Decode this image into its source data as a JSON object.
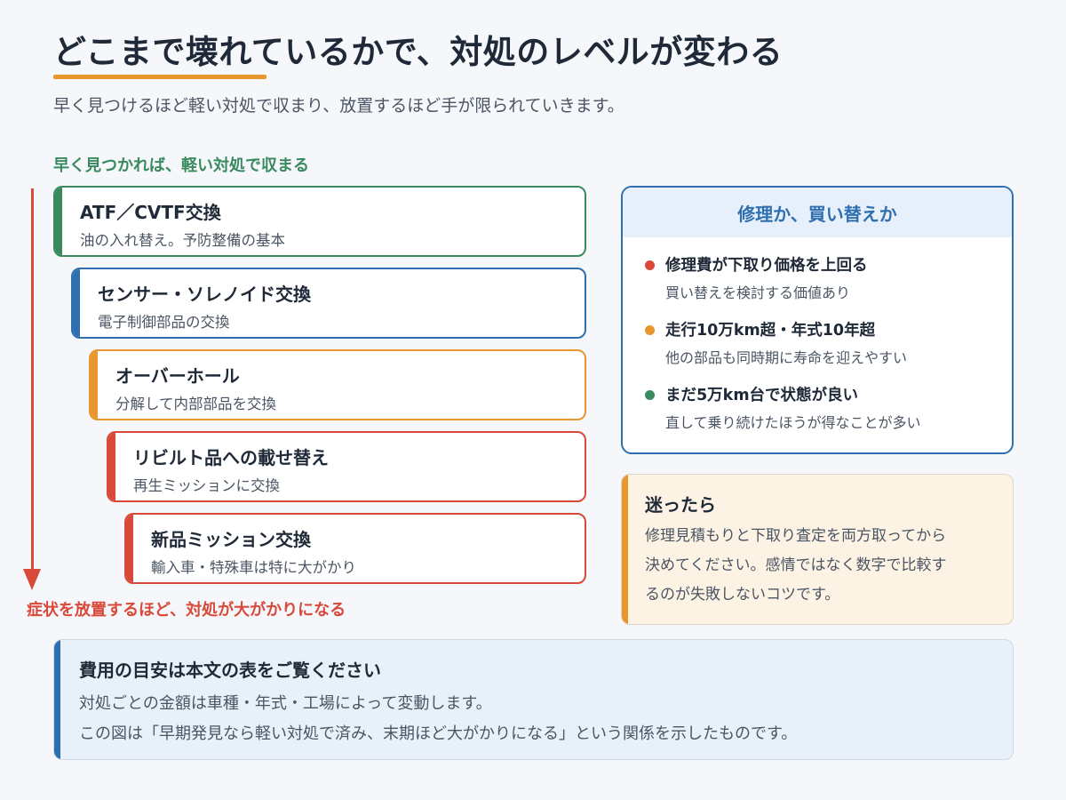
{
  "header": {
    "title": "どこまで壊れているかで、対処のレベルが変わる",
    "subtitle": "早く見つけるほど軽い対処で収まり、放置するほど手が限られていきます。"
  },
  "flow": {
    "early_label": "早く見つかれば、軽い対処で収まる",
    "late_label": "症状を放置するほど、対処が大がかりになる",
    "steps": [
      {
        "title": "ATF／CVTF交換",
        "desc": "油の入れ替え。予防整備の基本",
        "color": "#3a8a5f"
      },
      {
        "title": "センサー・ソレノイド交換",
        "desc": "電子制御部品の交換",
        "color": "#2f6fb0"
      },
      {
        "title": "オーバーホール",
        "desc": "分解して内部部品を交換",
        "color": "#e8962e"
      },
      {
        "title": "リビルト品への載せ替え",
        "desc": "再生ミッションに交換",
        "color": "#d9493a"
      },
      {
        "title": "新品ミッション交換",
        "desc": "輸入車・特殊車は特に大がかり",
        "color": "#d9493a"
      }
    ]
  },
  "decision": {
    "title": "修理か、買い替えか",
    "items": [
      {
        "title": "修理費が下取り価格を上回る",
        "desc": "買い替えを検討する価値あり",
        "color": "#d9493a"
      },
      {
        "title": "走行10万km超・年式10年超",
        "desc": "他の部品も同時期に寿命を迎えやすい",
        "color": "#e8962e"
      },
      {
        "title": "まだ5万km台で状態が良い",
        "desc": "直して乗り続けたほうが得なことが多い",
        "color": "#3a8a5f"
      }
    ]
  },
  "doubt": {
    "title": "迷ったら",
    "lines": [
      "修理見積もりと下取り査定を両方取ってから",
      "決めてください。感情ではなく数字で比較す",
      "るのが失敗しないコツです。"
    ]
  },
  "cost": {
    "title": "費用の目安は本文の表をご覧ください",
    "line1": "対処ごとの金額は車種・年式・工場によって変動します。",
    "line2": "この図は「早期発見なら軽い対処で済み、末期ほど大がかりになる」という関係を示したものです。"
  }
}
